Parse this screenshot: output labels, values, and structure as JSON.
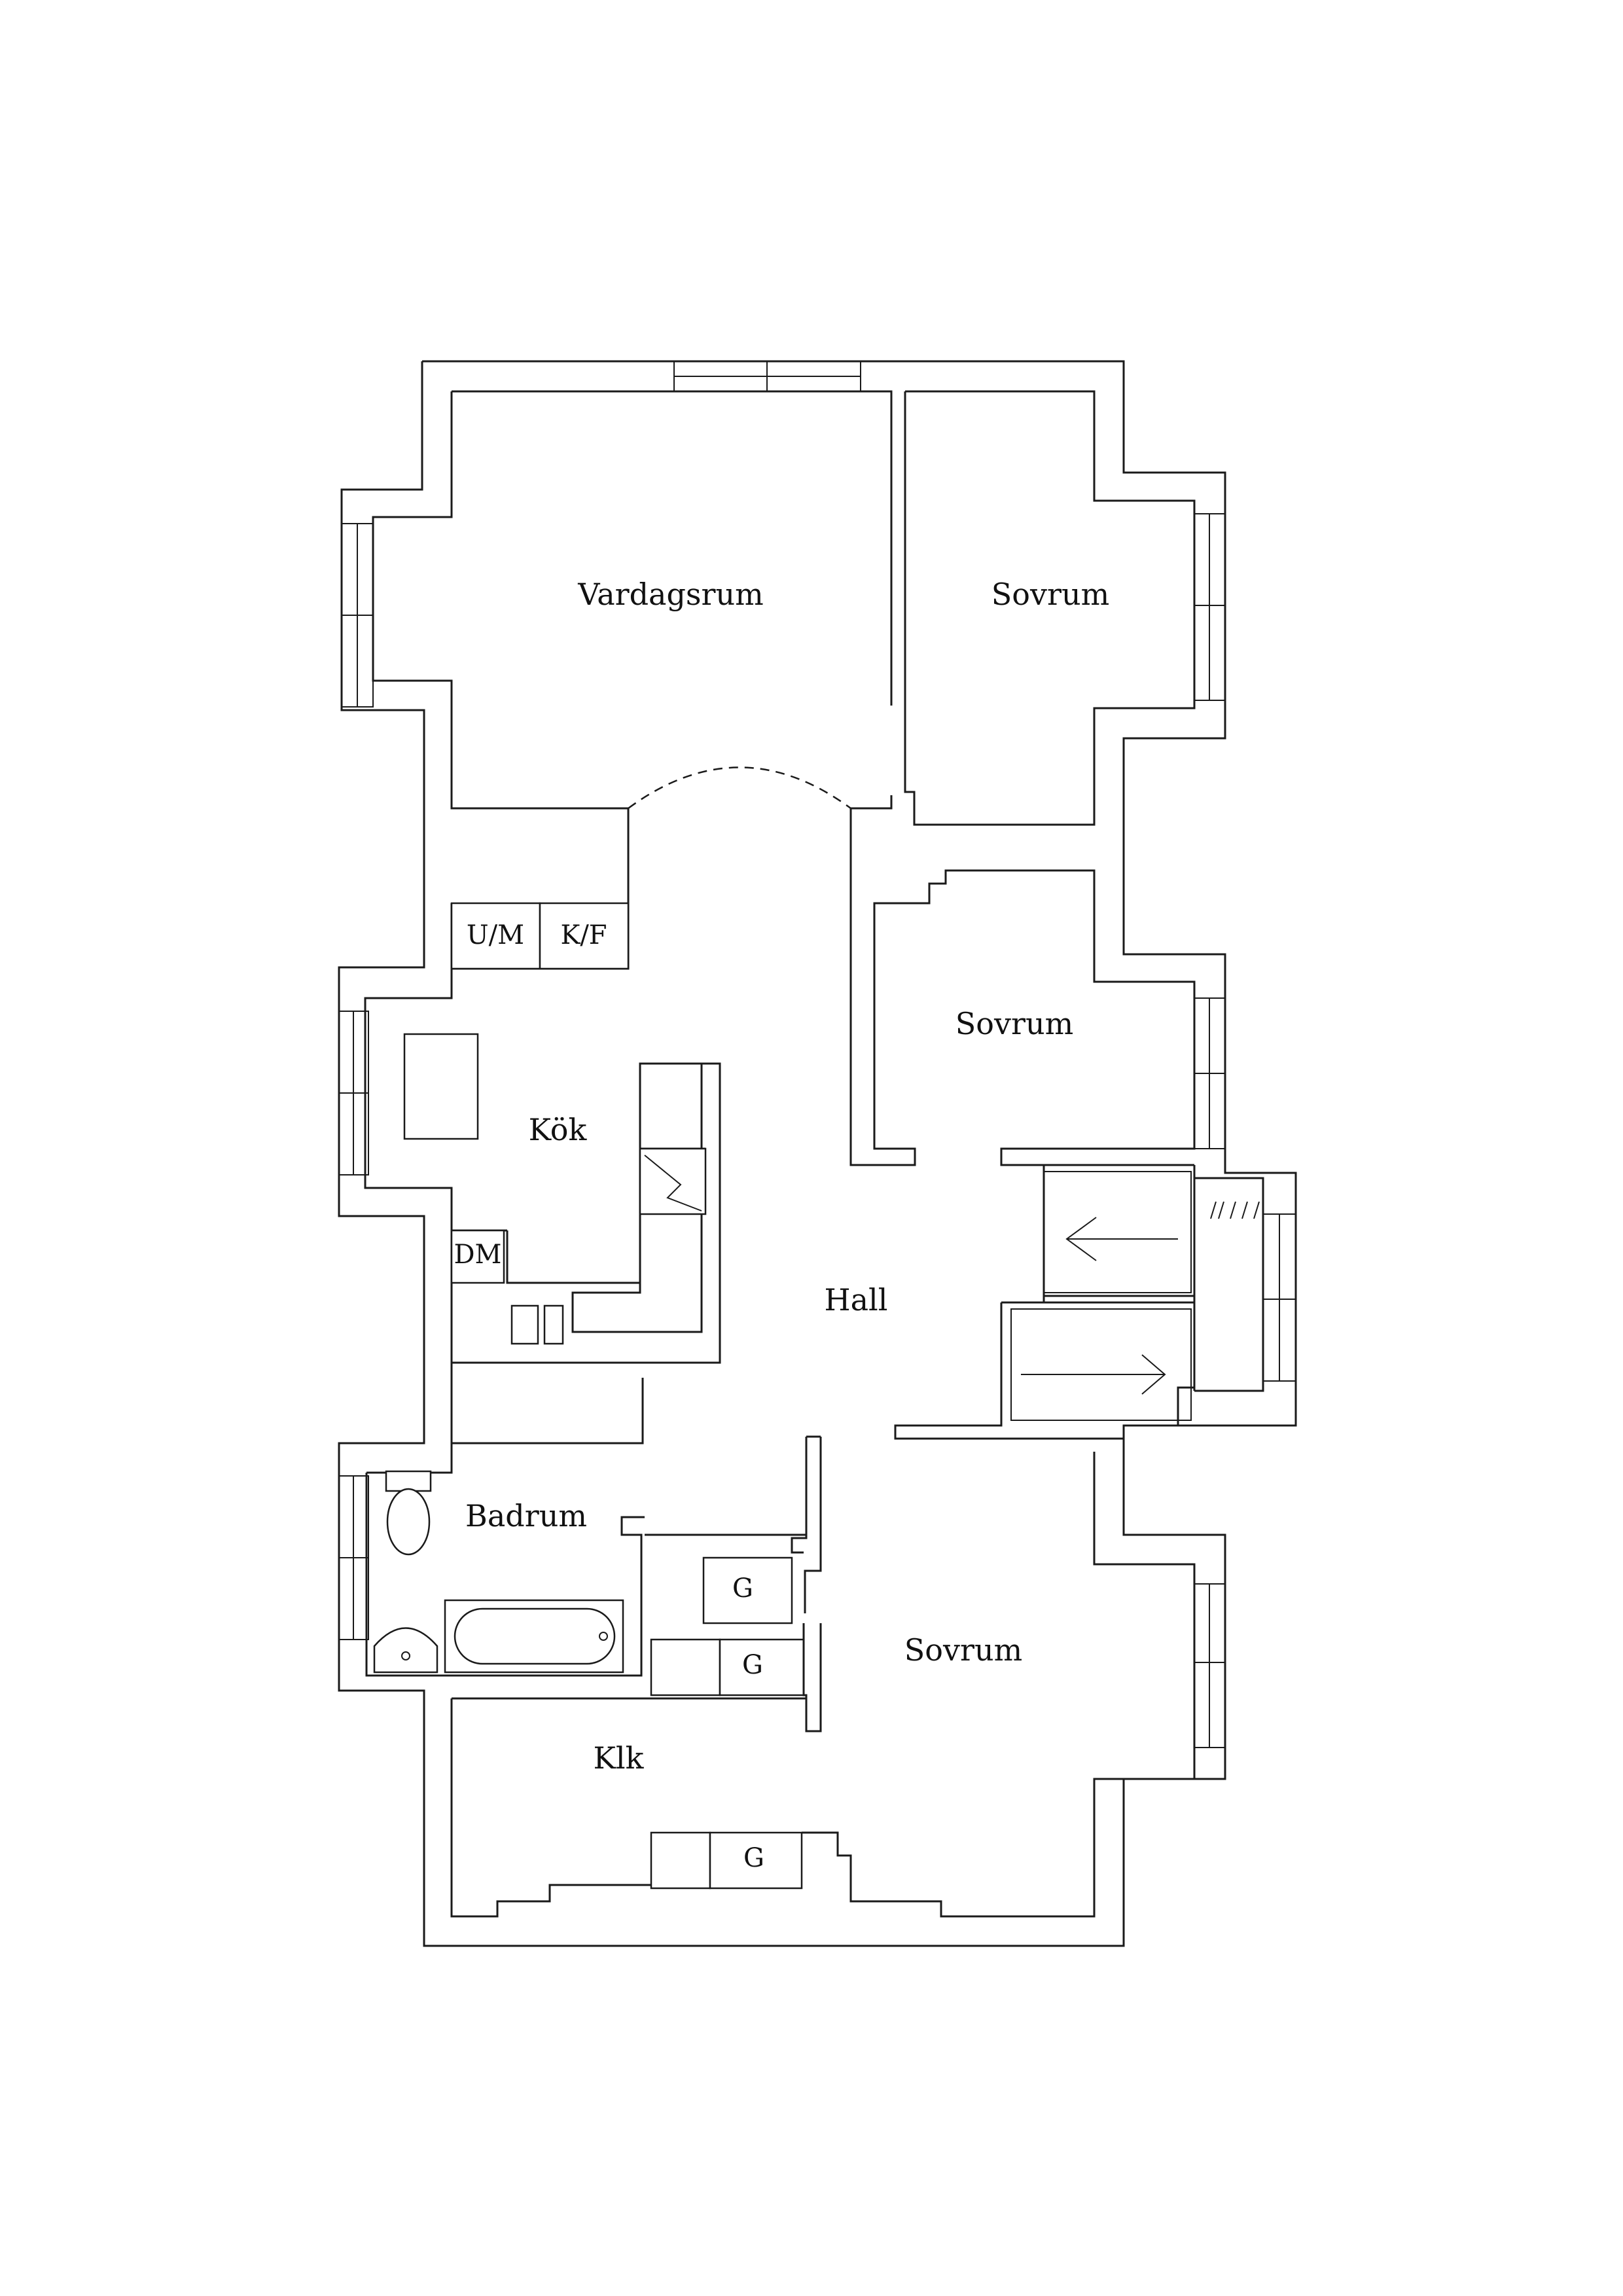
{
  "rooms": {
    "vardagsrum": "Vardagsrum",
    "sovrum_1": "Sovrum",
    "sovrum_2": "Sovrum",
    "sovrum_3": "Sovrum",
    "kok": "Kök",
    "hall": "Hall",
    "badrum": "Badrum",
    "klk": "Klk"
  },
  "fixtures": {
    "um": "U/M",
    "kf": "K/F",
    "dm": "DM",
    "g_1": "G",
    "g_2": "G",
    "g_3": "G"
  },
  "icons": {
    "toilet": "toilet-icon",
    "sink": "sink-icon",
    "bathtub": "bathtub-icon",
    "stove": "stove-icon",
    "arrow_left": "arrow-left-icon",
    "arrow_right": "arrow-right-icon"
  },
  "colors": {
    "line": "#1a1a1a",
    "background": "#ffffff"
  }
}
